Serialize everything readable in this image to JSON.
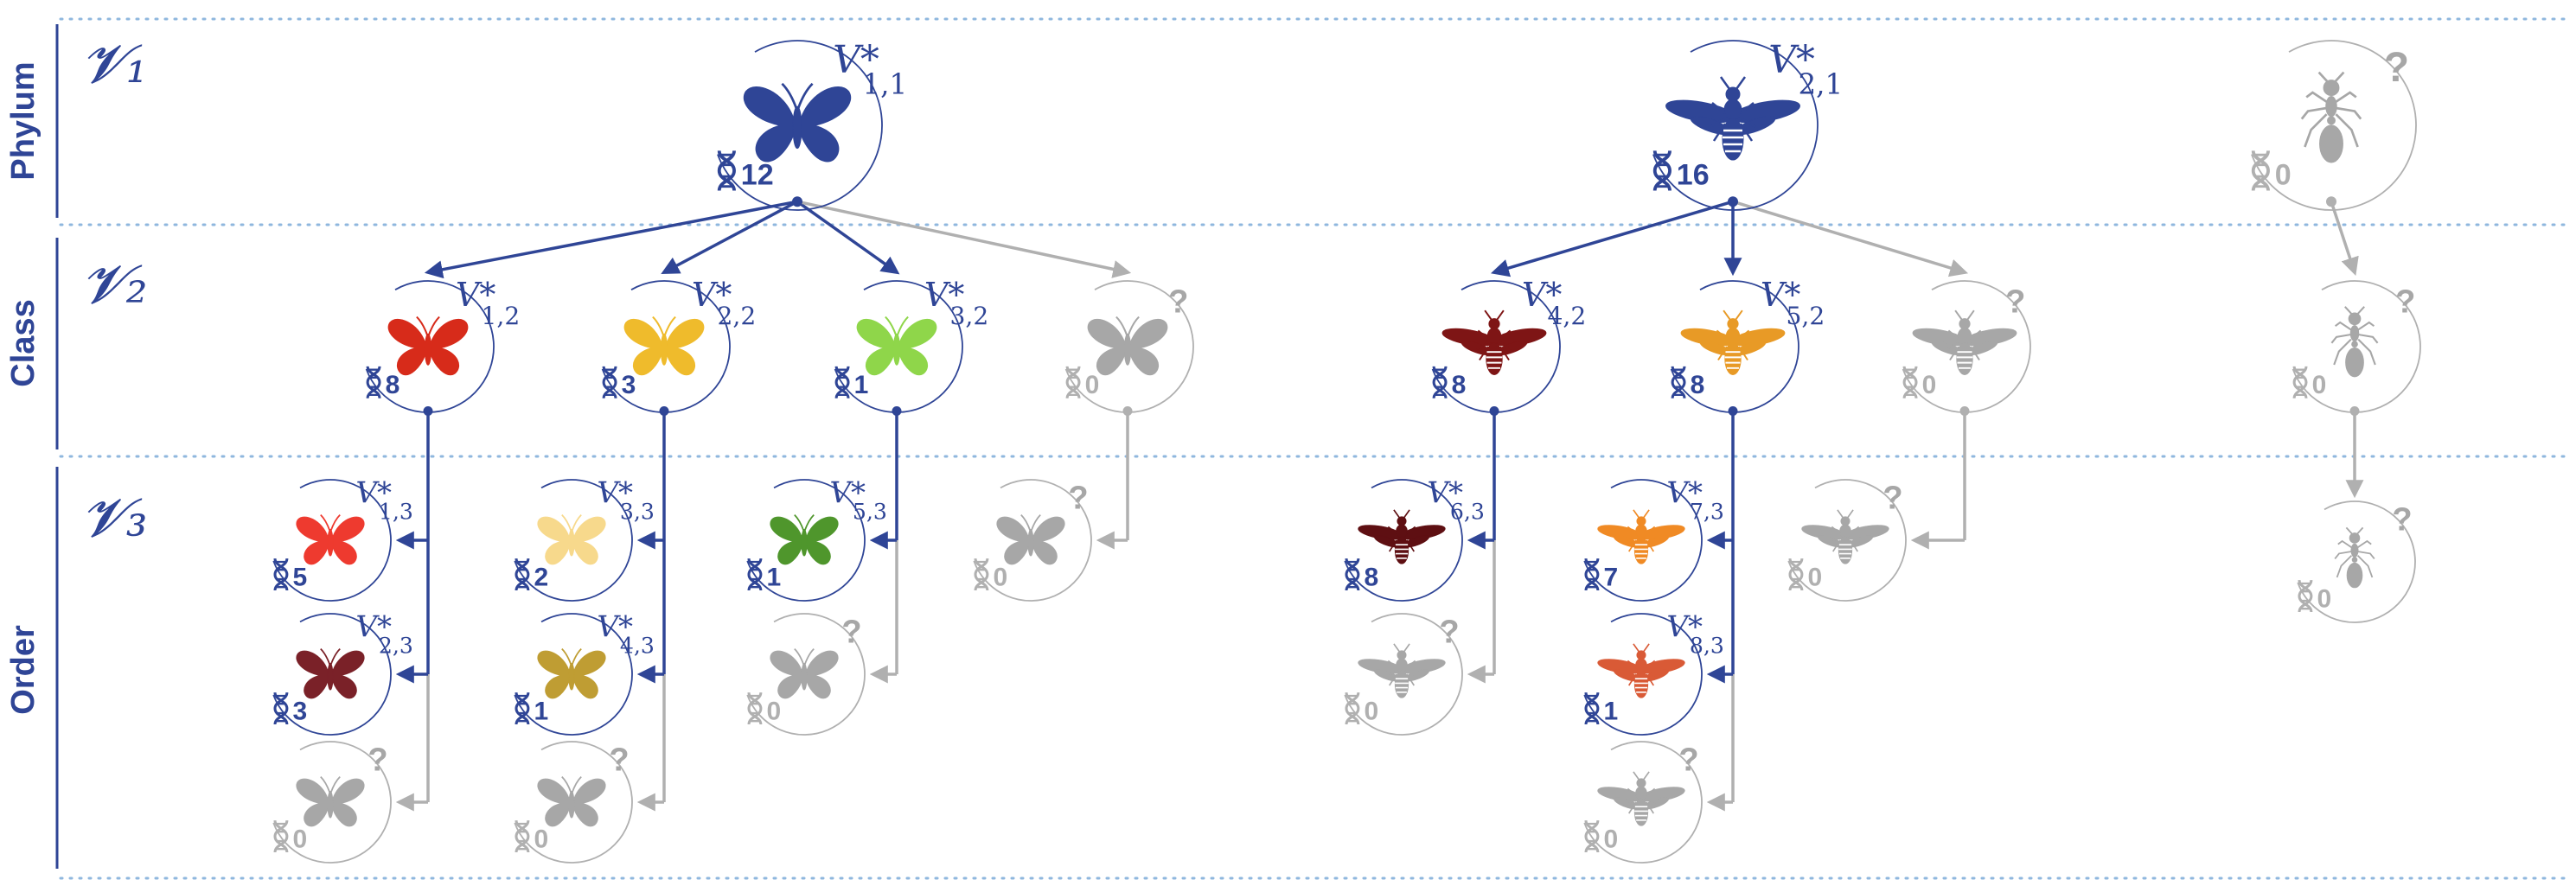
{
  "colors": {
    "primary": "#2f4596",
    "unknown": "#b0b0b0",
    "unknown_fill": "#a7a7a7",
    "dotted": "#8fb7de"
  },
  "side_labels": [
    "Phylum",
    "Class",
    "Order"
  ],
  "level_labels": [
    "𝓥₁",
    "𝓥₂",
    "𝓥₃"
  ],
  "nodes": [
    {
      "id": "p1",
      "level": 1,
      "label": "V*",
      "sub": "1,1",
      "count": "12",
      "icon": "butterfly-icon",
      "color": "#2f4596",
      "known": true
    },
    {
      "id": "p2",
      "level": 1,
      "label": "V*",
      "sub": "2,1",
      "count": "16",
      "icon": "wasp-icon",
      "color": "#2f4596",
      "known": true
    },
    {
      "id": "p3",
      "level": 1,
      "label": "",
      "sub": "",
      "count": "0",
      "icon": "ant-icon",
      "color": "#a7a7a7",
      "known": false
    },
    {
      "id": "c1",
      "level": 2,
      "label": "V*",
      "sub": "1,2",
      "count": "8",
      "icon": "butterfly-icon",
      "color": "#d72b1a",
      "known": true,
      "parent": "p1"
    },
    {
      "id": "c2",
      "level": 2,
      "label": "V*",
      "sub": "2,2",
      "count": "3",
      "icon": "butterfly-icon",
      "color": "#efbb2c",
      "known": true,
      "parent": "p1"
    },
    {
      "id": "c3",
      "level": 2,
      "label": "V*",
      "sub": "3,2",
      "count": "1",
      "icon": "butterfly-icon",
      "color": "#8fd64a",
      "known": true,
      "parent": "p1"
    },
    {
      "id": "c4",
      "level": 2,
      "label": "",
      "sub": "",
      "count": "0",
      "icon": "butterfly-icon",
      "color": "#a7a7a7",
      "known": false,
      "parent": "p1"
    },
    {
      "id": "c5",
      "level": 2,
      "label": "V*",
      "sub": "4,2",
      "count": "8",
      "icon": "wasp-icon",
      "color": "#7e1515",
      "known": true,
      "parent": "p2"
    },
    {
      "id": "c6",
      "level": 2,
      "label": "V*",
      "sub": "5,2",
      "count": "8",
      "icon": "wasp-icon",
      "color": "#e89a26",
      "known": true,
      "parent": "p2"
    },
    {
      "id": "c7",
      "level": 2,
      "label": "",
      "sub": "",
      "count": "0",
      "icon": "wasp-icon",
      "color": "#a7a7a7",
      "known": false,
      "parent": "p2"
    },
    {
      "id": "c8",
      "level": 2,
      "label": "",
      "sub": "",
      "count": "0",
      "icon": "ant-icon",
      "color": "#a7a7a7",
      "known": false,
      "parent": "p3"
    },
    {
      "id": "o1",
      "level": 3,
      "label": "V*",
      "sub": "1,3",
      "count": "5",
      "icon": "butterfly-icon",
      "color": "#ee3a2f",
      "known": true,
      "parent": "c1"
    },
    {
      "id": "o2",
      "level": 3,
      "label": "V*",
      "sub": "2,3",
      "count": "3",
      "icon": "butterfly-icon",
      "color": "#7a2128",
      "known": true,
      "parent": "c1"
    },
    {
      "id": "o3",
      "level": 3,
      "label": "",
      "sub": "",
      "count": "0",
      "icon": "butterfly-icon",
      "color": "#a7a7a7",
      "known": false,
      "parent": "c1"
    },
    {
      "id": "o4",
      "level": 3,
      "label": "V*",
      "sub": "3,3",
      "count": "2",
      "icon": "butterfly-icon",
      "color": "#f7d98c",
      "known": true,
      "parent": "c2"
    },
    {
      "id": "o5",
      "level": 3,
      "label": "V*",
      "sub": "4,3",
      "count": "1",
      "icon": "butterfly-icon",
      "color": "#bf9d33",
      "known": true,
      "parent": "c2"
    },
    {
      "id": "o6",
      "level": 3,
      "label": "",
      "sub": "",
      "count": "0",
      "icon": "butterfly-icon",
      "color": "#a7a7a7",
      "known": false,
      "parent": "c2"
    },
    {
      "id": "o7",
      "level": 3,
      "label": "V*",
      "sub": "5,3",
      "count": "1",
      "icon": "butterfly-icon",
      "color": "#4f962c",
      "known": true,
      "parent": "c3"
    },
    {
      "id": "o8",
      "level": 3,
      "label": "",
      "sub": "",
      "count": "0",
      "icon": "butterfly-icon",
      "color": "#a7a7a7",
      "known": false,
      "parent": "c3"
    },
    {
      "id": "o9",
      "level": 3,
      "label": "",
      "sub": "",
      "count": "0",
      "icon": "butterfly-icon",
      "color": "#a7a7a7",
      "known": false,
      "parent": "c4"
    },
    {
      "id": "o10",
      "level": 3,
      "label": "V*",
      "sub": "6,3",
      "count": "8",
      "icon": "wasp-icon",
      "color": "#5e0f12",
      "known": true,
      "parent": "c5"
    },
    {
      "id": "o11",
      "level": 3,
      "label": "",
      "sub": "",
      "count": "0",
      "icon": "wasp-icon",
      "color": "#a7a7a7",
      "known": false,
      "parent": "c5"
    },
    {
      "id": "o12",
      "level": 3,
      "label": "V*",
      "sub": "7,3",
      "count": "7",
      "icon": "wasp-icon",
      "color": "#f08a24",
      "known": true,
      "parent": "c6"
    },
    {
      "id": "o13",
      "level": 3,
      "label": "V*",
      "sub": "8,3",
      "count": "1",
      "icon": "wasp-icon",
      "color": "#d95a36",
      "known": true,
      "parent": "c6"
    },
    {
      "id": "o14",
      "level": 3,
      "label": "",
      "sub": "",
      "count": "0",
      "icon": "wasp-icon",
      "color": "#a7a7a7",
      "known": false,
      "parent": "c6"
    },
    {
      "id": "o15",
      "level": 3,
      "label": "",
      "sub": "",
      "count": "0",
      "icon": "wasp-icon",
      "color": "#a7a7a7",
      "known": false,
      "parent": "c7"
    },
    {
      "id": "o16",
      "level": 3,
      "label": "",
      "sub": "",
      "count": "0",
      "icon": "ant-icon",
      "color": "#a7a7a7",
      "known": false,
      "parent": "c8"
    }
  ]
}
